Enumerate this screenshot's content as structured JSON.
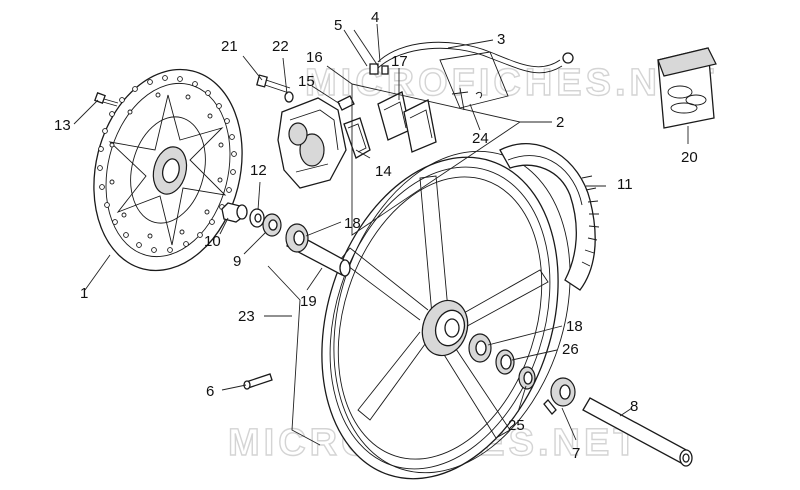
{
  "diagram": {
    "watermark_top": "MICROFICHES.NET",
    "watermark_bottom": "MICROFICHES.NET",
    "callouts": [
      {
        "id": "c1",
        "text": "1"
      },
      {
        "id": "c2",
        "text": "2"
      },
      {
        "id": "c3",
        "text": "3"
      },
      {
        "id": "c4",
        "text": "4"
      },
      {
        "id": "c5",
        "text": "5"
      },
      {
        "id": "c6",
        "text": "6"
      },
      {
        "id": "c7",
        "text": "7"
      },
      {
        "id": "c8",
        "text": "8"
      },
      {
        "id": "c9",
        "text": "9"
      },
      {
        "id": "c10",
        "text": "10"
      },
      {
        "id": "c11",
        "text": "11"
      },
      {
        "id": "c12",
        "text": "12"
      },
      {
        "id": "c13",
        "text": "13"
      },
      {
        "id": "c14",
        "text": "14"
      },
      {
        "id": "c15",
        "text": "15"
      },
      {
        "id": "c16",
        "text": "16"
      },
      {
        "id": "c17",
        "text": "17"
      },
      {
        "id": "c18a",
        "text": "18"
      },
      {
        "id": "c18b",
        "text": "18"
      },
      {
        "id": "c19",
        "text": "19"
      },
      {
        "id": "c20",
        "text": "20"
      },
      {
        "id": "c21",
        "text": "21"
      },
      {
        "id": "c22",
        "text": "22"
      },
      {
        "id": "c23",
        "text": "23"
      },
      {
        "id": "c24",
        "text": "24"
      },
      {
        "id": "c25",
        "text": "25"
      },
      {
        "id": "c26",
        "text": "26"
      }
    ]
  }
}
